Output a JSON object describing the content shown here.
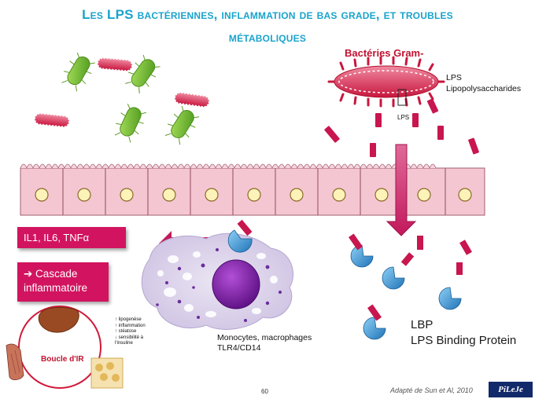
{
  "title": {
    "line1": "Les LPS bactériennes, inflammation de bas grade, et troubles",
    "line2": "métaboliques"
  },
  "bacteria_label": "Bactéries Gram-",
  "lps": {
    "label_line1": "LPS",
    "label_line2": "Lipopolysaccharides",
    "small_tag": "LPS"
  },
  "lbp": {
    "line1": "LBP",
    "line2": "LPS Binding Protein"
  },
  "immune_cell": {
    "line1": "Monocytes, macrophages",
    "line2": "TLR4/CD14"
  },
  "cytokines_box": "IL1, IL6, TNFα",
  "cascade_box": {
    "line1": "➔ Cascade",
    "line2": "inflammatoire"
  },
  "effects_list": [
    "↑ lipogenèse",
    "↑ inflammation",
    "↑ stéatose",
    "↓ sensibilité à",
    "l'insuline"
  ],
  "loop_label": "Boucle d'IR",
  "page_number": "60",
  "source": "Adapté de Sun et Al, 2010",
  "logo_text": "PiLeJe",
  "colors": {
    "title": "#19a3cc",
    "accent": "#d21460",
    "bacteria_red": "#c1122f",
    "green_bacteria": "#7ec23a",
    "cells": "#f4c6d2",
    "macrophage": "#d9d2ea",
    "nucleus": "#7a1fa2",
    "lbp_blue": "#2f8fd0"
  }
}
